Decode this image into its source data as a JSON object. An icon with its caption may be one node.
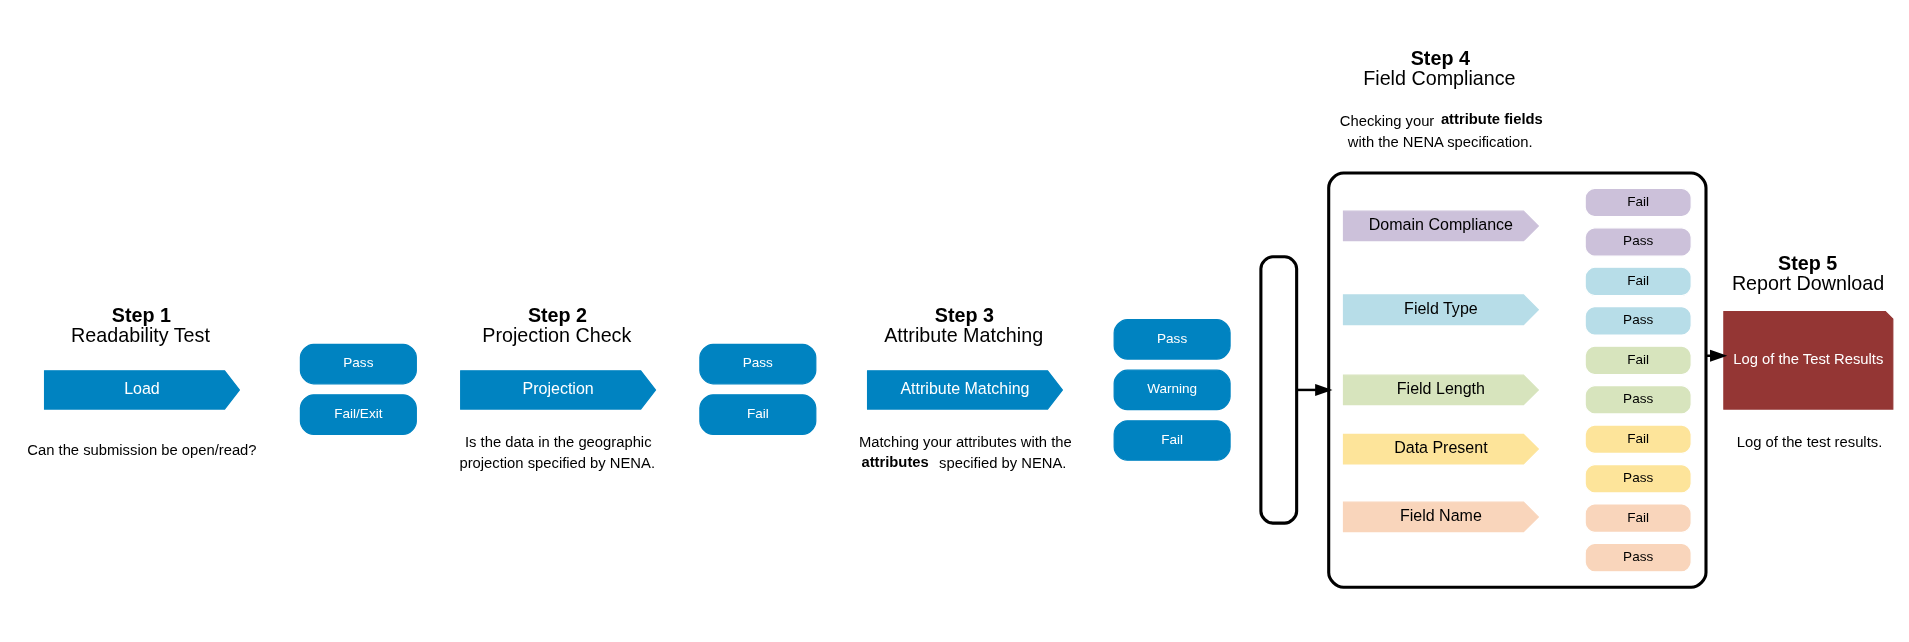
{
  "diagram": {
    "nodes": [
      {
        "text": [
          "Load"
        ]
      },
      {
        "text": [
          "Pass"
        ]
      },
      {
        "text": [
          "Fail/Exit"
        ]
      },
      {
        "text": [
          "Projection"
        ]
      },
      {
        "text": [
          "Pass"
        ]
      },
      {
        "text": [
          "Fail"
        ]
      },
      {
        "text": [
          "Attribute Matching"
        ]
      },
      {
        "text": [
          "Pass"
        ]
      },
      {
        "text": [
          "Warning"
        ]
      },
      {
        "text": [
          "Fail"
        ]
      },
      {
        "text": [],
        "shape": "bracket"
      },
      {
        "text": [],
        "shape": "bracket"
      },
      {
        "text": [
          "Field Name"
        ],
        "in": 11
      },
      {
        "text": [
          "Pass"
        ],
        "in": 11
      },
      {
        "text": [
          "Fail"
        ],
        "in": 11
      },
      {
        "text": [
          "Data Present"
        ],
        "in": 11
      },
      {
        "text": [
          "Pass"
        ],
        "in": 11
      },
      {
        "text": [
          "Fail"
        ],
        "in": 11
      },
      {
        "text": [
          "Field Length"
        ],
        "in": 11
      },
      {
        "text": [
          "Pass"
        ],
        "in": 11
      },
      {
        "text": [
          "Fail"
        ],
        "in": 11
      },
      {
        "text": [
          "Field Type"
        ],
        "in": 11
      },
      {
        "text": [
          "Pass"
        ],
        "in": 11
      },
      {
        "text": [
          "Fail"
        ],
        "in": 11
      },
      {
        "text": [
          "Domain Compliance"
        ],
        "in": 11
      },
      {
        "text": [
          "Pass"
        ],
        "in": 11
      },
      {
        "text": [
          "Fail"
        ],
        "in": 11
      },
      {
        "text": [
          "Log of the Test Results"
        ]
      }
    ],
    "edges": [
      {
        "from": 10,
        "to": 11,
        "arrow": "to"
      },
      {
        "from": 11,
        "to": 27,
        "arrow": "to"
      }
    ],
    "labels": [
      "Step 1",
      "Readability Test",
      "Step 2",
      "Projection Check",
      "Step 3",
      "Attribute Matching",
      "Step 4",
      "Field Compliance",
      "Step 5",
      "Report Download",
      "Can the submission be open/read?",
      "Is the data in the geographic projection specified by NENA.",
      "Matching your attributes with the **attributes** specified by NENA.",
      "Checking your **attribute fields** with the NENA specification.",
      "Log of the test results."
    ]
  }
}
